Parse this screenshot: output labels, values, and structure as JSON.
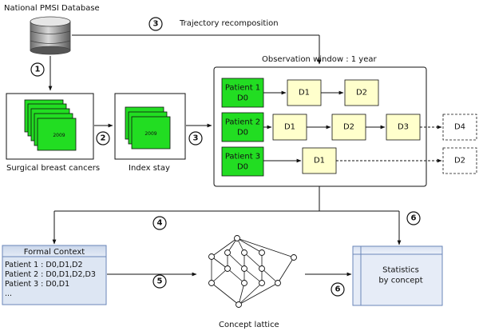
{
  "database": {
    "label": "National PMSI Database"
  },
  "steps": {
    "s1": "1",
    "s2": "2",
    "s3a": "3",
    "s3b": "3",
    "s4": "4",
    "s5": "5",
    "s6a": "6",
    "s6b": "6"
  },
  "trajectory_label": "Trajectory recomposition",
  "surgical": {
    "label": "Surgical breast cancers",
    "doc_year": "2009"
  },
  "index_stay": {
    "label": "Index stay",
    "doc_year": "2009"
  },
  "observation": {
    "title": "Observation window : 1 year",
    "patients": [
      {
        "name": "Patient 1",
        "start": "D0",
        "events": [
          "D1",
          "D2"
        ],
        "future": ""
      },
      {
        "name": "Patient 2",
        "start": "D0",
        "events": [
          "D1",
          "D2",
          "D3"
        ],
        "future": "D4"
      },
      {
        "name": "Patient 3",
        "start": "D0",
        "events": [
          "D1"
        ],
        "future": "D2"
      }
    ]
  },
  "formal_context": {
    "title": "Formal Context",
    "rows": [
      "Patient 1 : D0,D1,D2",
      "Patient 2 : D0,D1,D2,D3",
      "Patient 3 : D0,D1",
      "..."
    ]
  },
  "lattice": {
    "label": "Concept lattice"
  },
  "statistics": {
    "line1": "Statistics",
    "line2": "by concept"
  },
  "colors": {
    "patient_green": "#22dd22",
    "event_yellow": "#ffffcc",
    "context_blue": "#dde6f3",
    "stats_blue": "#e6ecf7"
  }
}
